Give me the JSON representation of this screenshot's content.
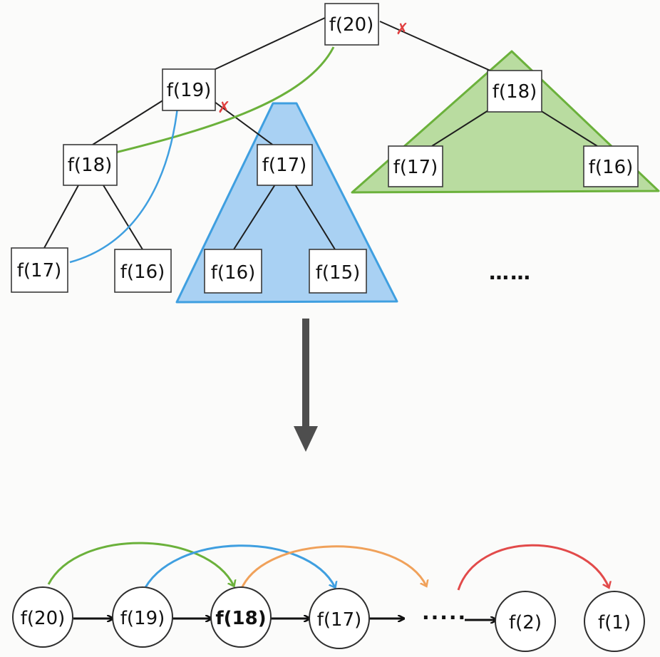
{
  "colors": {
    "green_fill": "#b9dca0",
    "green_stroke": "#6bb13b",
    "blue_fill": "#a9d1f3",
    "blue_stroke": "#3f9fe0",
    "orange": "#f0a15a",
    "red": "#e24a4a",
    "arrow_gray": "#4e4e4e"
  },
  "tree": {
    "root": "f(20)",
    "left_child": "f(19)",
    "right_child": "f(18)",
    "l_l": "f(18)",
    "l_r": "f(17)",
    "r_l": "f(17)",
    "r_r": "f(16)",
    "l_l_l": "f(17)",
    "l_l_r": "f(16)",
    "l_r_l": "f(16)",
    "l_r_r": "f(15)",
    "ellipsis": "……",
    "cut_mark": "✗"
  },
  "chain": {
    "nodes": [
      "f(20)",
      "f(19)",
      "f(18)",
      "f(17)",
      "f(2)",
      "f(1)"
    ],
    "ellipsis": "·····"
  }
}
